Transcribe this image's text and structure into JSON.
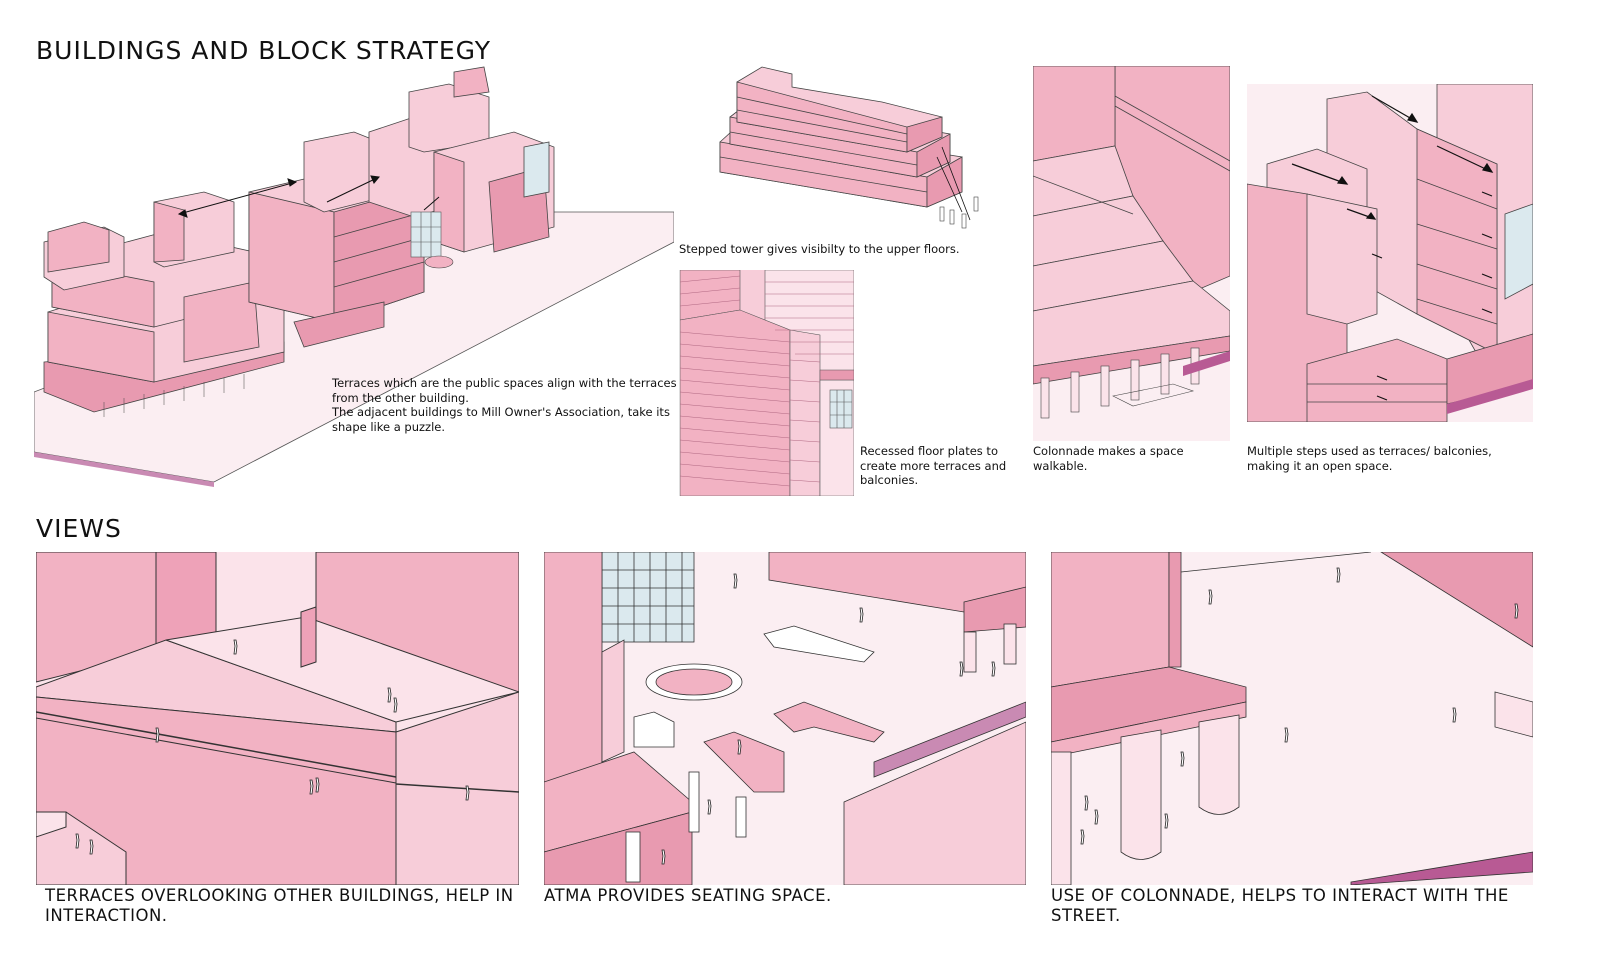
{
  "sections": {
    "top_heading": "BUILDINGS AND BLOCK STRATEGY",
    "bottom_heading": "VIEWS"
  },
  "notes": {
    "terraces_line1": "Terraces which are the public spaces align with the terraces",
    "terraces_line2": "from the other building.",
    "terraces_line3": "The adjacent buildings to Mill Owner's Association, take its",
    "terraces_line4": "shape like a puzzle.",
    "stepped_tower": "Stepped tower gives visibilty to the upper floors.",
    "recessed_line1": "Recessed floor plates to",
    "recessed_line2": "create more terraces and",
    "recessed_line3": "balconies.",
    "colonnade_line1": "Colonnade makes a space",
    "colonnade_line2": "walkable.",
    "steps_line1": "Multiple steps used as terraces/ balconies,",
    "steps_line2": "making it an open space."
  },
  "captions": {
    "view1_line1": "TERRACES OVERLOOKING OTHER BUILDINGS, HELP IN",
    "view1_line2": "INTERACTION.",
    "view2": "ATMA PROVIDES SEATING SPACE.",
    "view3_line1": "USE OF COLONNADE, HELPS TO INTERACT WITH THE",
    "view3_line2": "STREET."
  },
  "colors": {
    "light_pink": "#f7cdd9",
    "mid_pink": "#f2b2c3",
    "dark_pink": "#e89ab0",
    "ground": "#fbeef2",
    "street": "#b85a94",
    "glass": "#dbe9ee"
  }
}
